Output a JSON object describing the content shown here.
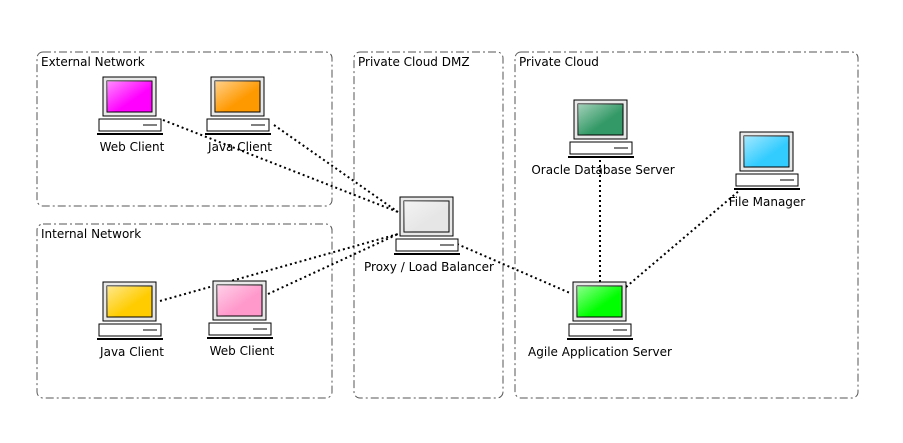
{
  "zones": {
    "external": {
      "label": "External Network"
    },
    "internal": {
      "label": "Internal Network"
    },
    "dmz": {
      "label": "Private Cloud DMZ"
    },
    "private": {
      "label": "Private Cloud"
    }
  },
  "nodes": {
    "ext_web_client": {
      "label": "Web Client",
      "color": "#ff00ff"
    },
    "ext_java_client": {
      "label": "Java Client",
      "color": "#ff9900"
    },
    "int_java_client": {
      "label": "Java Client",
      "color": "#ffcc00"
    },
    "int_web_client": {
      "label": "Web Client",
      "color": "#ff99cc"
    },
    "proxy": {
      "label": "Proxy / Load Balancer",
      "color": "#e6e6e6"
    },
    "oracle_db": {
      "label": "Oracle Database Server",
      "color": "#339966"
    },
    "file_manager": {
      "label": "File Manager",
      "color": "#33ccff"
    },
    "agile_app": {
      "label": "Agile Application Server",
      "color": "#00ff00"
    }
  }
}
